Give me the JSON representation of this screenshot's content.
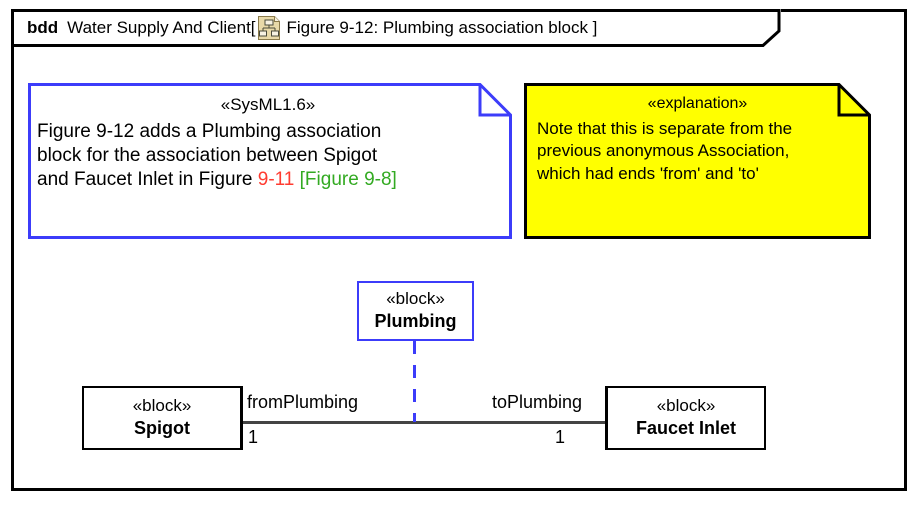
{
  "frame": {
    "kind": "bdd",
    "model_name": "Water Supply And Client[",
    "icon": "bdd-diagram-icon",
    "figure_label": "Figure 9-12: Plumbing association block ]"
  },
  "notes": [
    {
      "id": "sysml",
      "stereotype": "«SysML1.6»",
      "border_color": "#3c3cfa",
      "fill_color": "#ffffff",
      "lines": [
        {
          "text": "Figure 9-12 adds a Plumbing association"
        },
        {
          "text": "block for the association between Spigot"
        },
        {
          "text": "and Faucet Inlet in Figure "
        }
      ],
      "ref_red": "9-11",
      "ref_green": "[Figure 9-8]"
    },
    {
      "id": "explanation",
      "stereotype": "«explanation»",
      "border_color": "#000000",
      "fill_color": "#ffff00",
      "lines": [
        {
          "text": "Note that this is separate from the"
        },
        {
          "text": "previous anonymous Association,"
        },
        {
          "text": "which had ends 'from' and 'to'"
        }
      ]
    }
  ],
  "blocks": [
    {
      "id": "plumbing",
      "stereotype": "«block»",
      "name": "Plumbing",
      "border_color": "#3c3cfa"
    },
    {
      "id": "spigot",
      "stereotype": "«block»",
      "name": "Spigot",
      "border_color": "#000000"
    },
    {
      "id": "faucet",
      "stereotype": "«block»",
      "name": "Faucet Inlet",
      "border_color": "#000000"
    }
  ],
  "association": {
    "line_color": "#444444",
    "connector_color": "#3c3cfa",
    "connector_style": "dashed",
    "end_from": {
      "role": "fromPlumbing",
      "multiplicity": "1"
    },
    "end_to": {
      "role": "toPlumbing",
      "multiplicity": "1"
    }
  }
}
